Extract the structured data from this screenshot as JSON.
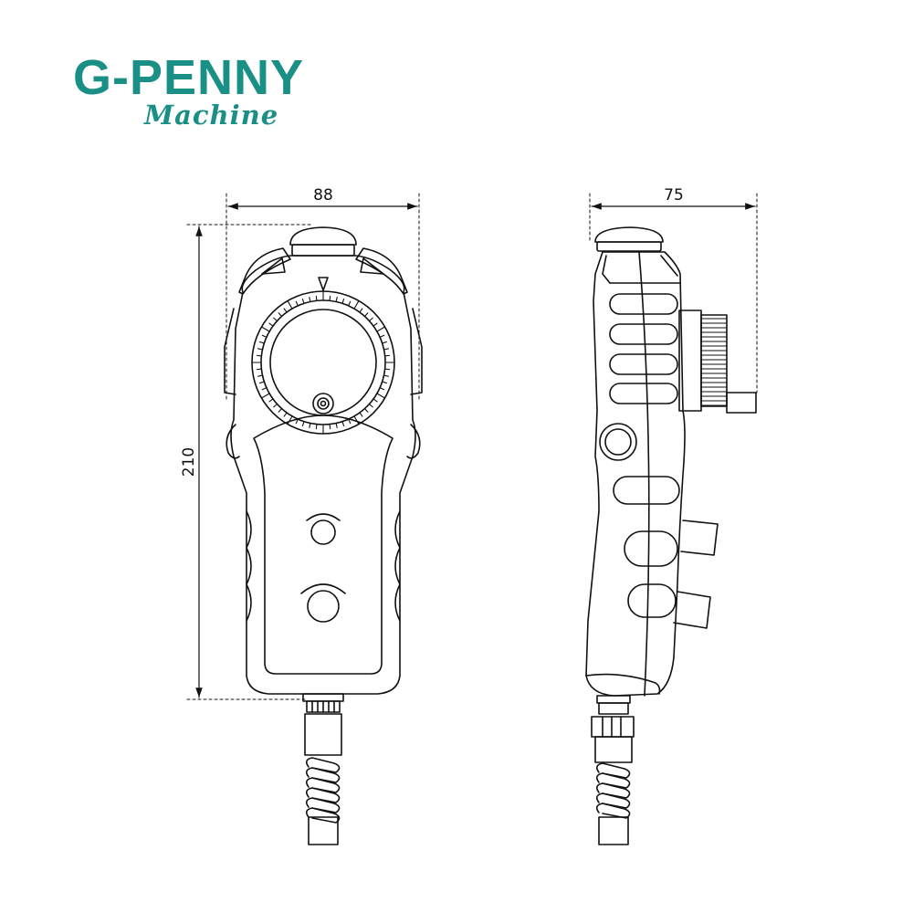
{
  "brand": {
    "name": "G-PENNY",
    "tagline": "Machine",
    "color": "#1a8f86"
  },
  "dimensions": {
    "front_width": "88",
    "side_width": "75",
    "height": "210"
  },
  "colors": {
    "line": "#111111"
  }
}
